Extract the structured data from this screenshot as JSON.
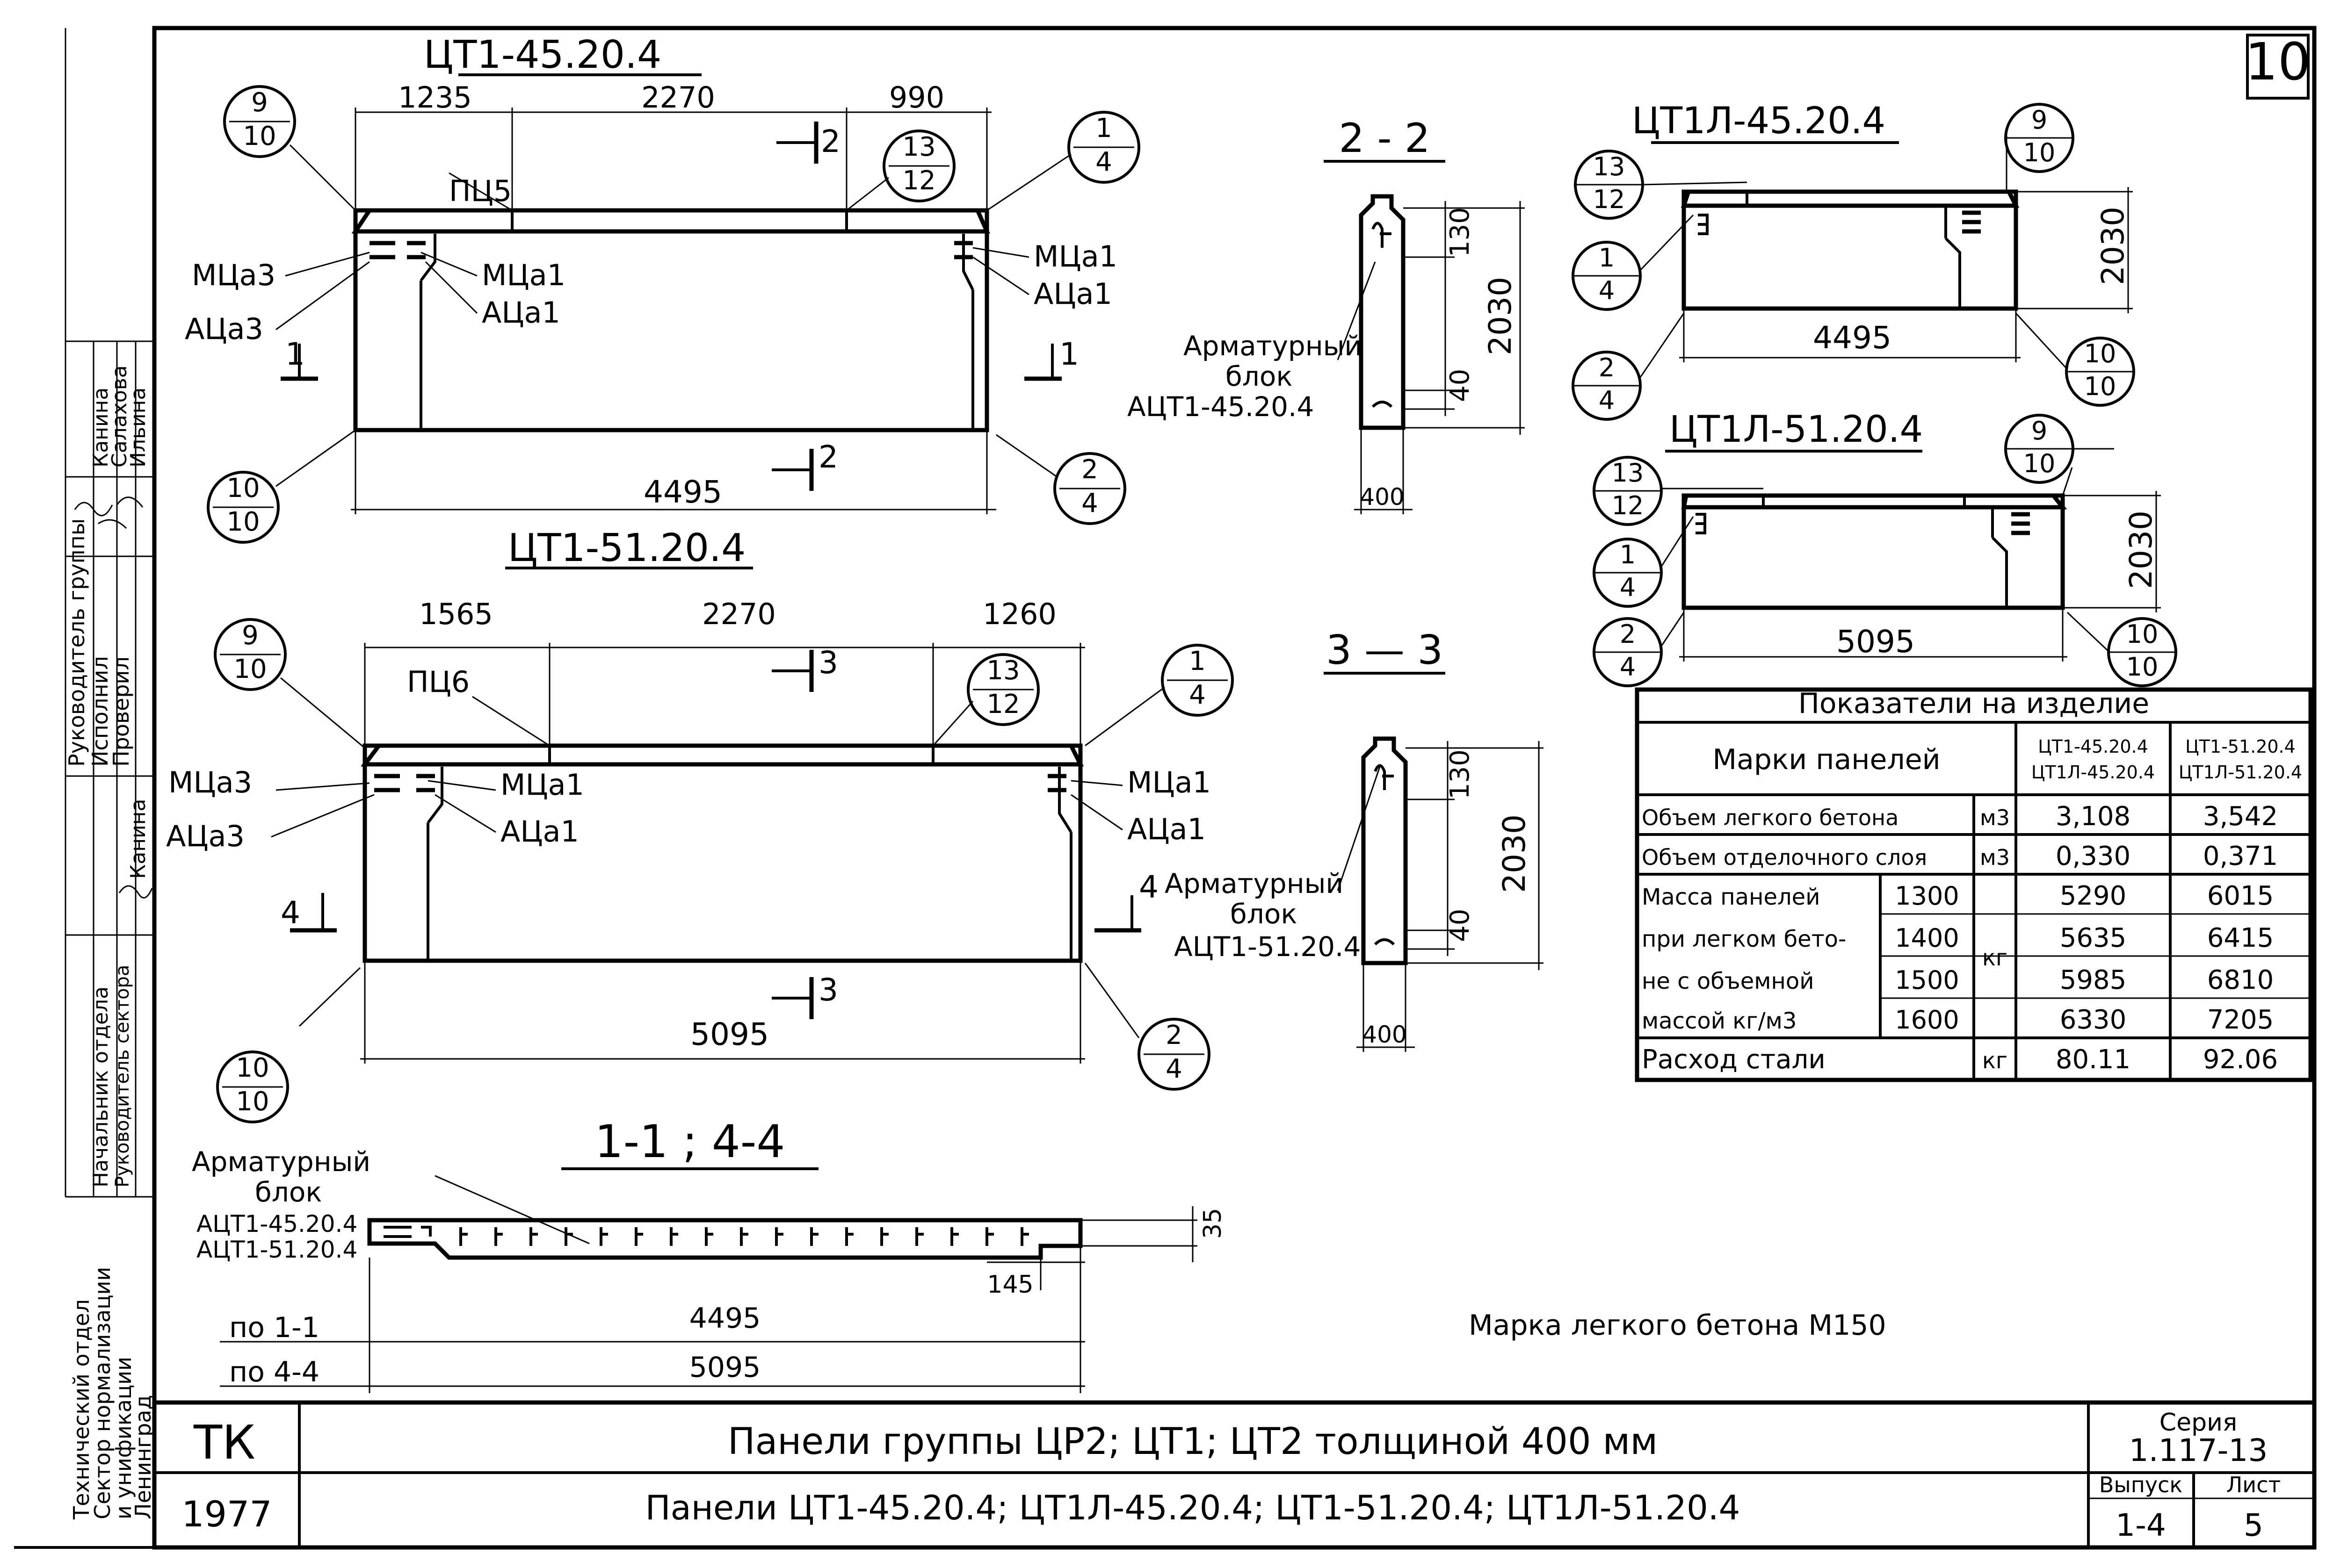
{
  "sheet_number": "10",
  "views": {
    "ct1_45": {
      "title": "ЦТ1-45.20.4",
      "dims_top": [
        "1235",
        "2270",
        "990"
      ],
      "dim_bottom": "4495",
      "nodes": [
        "ПЦ5",
        "МЦа3",
        "АЦа3",
        "МЦа1",
        "АЦа1"
      ],
      "section_marks": [
        "1",
        "1",
        "2",
        "2"
      ],
      "callouts": [
        [
          "9",
          "10"
        ],
        [
          "13",
          "12"
        ],
        [
          "1",
          "4"
        ],
        [
          "10",
          "10"
        ],
        [
          "2",
          "4"
        ]
      ]
    },
    "ct1_51": {
      "title": "ЦТ1-51.20.4",
      "dims_top": [
        "1565",
        "2270",
        "1260"
      ],
      "dim_bottom": "5095",
      "nodes": [
        "ПЦ6",
        "МЦа3",
        "АЦа3",
        "МЦа1",
        "АЦа1"
      ],
      "section_marks": [
        "4",
        "4",
        "3",
        "3"
      ],
      "callouts": [
        [
          "9",
          "10"
        ],
        [
          "13",
          "12"
        ],
        [
          "1",
          "4"
        ],
        [
          "10",
          "10"
        ],
        [
          "2",
          "4"
        ]
      ]
    },
    "section_2_2": {
      "title": "2 - 2",
      "label": [
        "Арматурный",
        "блок",
        "АЦТ1-45.20.4"
      ],
      "dims": [
        "130",
        "2030",
        "40",
        "400"
      ]
    },
    "section_3_3": {
      "title": "3 — 3",
      "label": [
        "Арматурный",
        "блок",
        "АЦТ1-51.20.4"
      ],
      "dims": [
        "130",
        "2030",
        "40",
        "400"
      ]
    },
    "ct1l_45": {
      "title": "ЦТ1Л-45.20.4",
      "dim_bottom": "4495",
      "dim_height": "2030",
      "callouts": [
        [
          "9",
          "10"
        ],
        [
          "13",
          "12"
        ],
        [
          "1",
          "4"
        ],
        [
          "2",
          "4"
        ],
        [
          "10",
          "10"
        ]
      ]
    },
    "ct1l_51": {
      "title": "ЦТ1Л-51.20.4",
      "dim_bottom": "5095",
      "dim_height": "2030",
      "callouts": [
        [
          "9",
          "10"
        ],
        [
          "13",
          "12"
        ],
        [
          "1",
          "4"
        ],
        [
          "2",
          "4"
        ],
        [
          "10",
          "10"
        ]
      ]
    },
    "section_1_1": {
      "title": "1-1 ; 4-4",
      "label": [
        "Арматурный",
        "блок",
        "АЦТ1-45.20.4",
        "АЦТ1-51.20.4"
      ],
      "dim_35": "35",
      "dim_145": "145",
      "row1_label": "по 1-1",
      "row1_value": "4495",
      "row2_label": "по 4-4",
      "row2_value": "5095"
    }
  },
  "indicators_table": {
    "title": "Показатели на изделие",
    "col_head": "Марки панелей",
    "col1_a": "ЦТ1-45.20.4",
    "col1_b": "ЦТ1Л-45.20.4",
    "col2_a": "ЦТ1-51.20.4",
    "col2_b": "ЦТ1Л-51.20.4",
    "row_volume": {
      "label": "Объем легкого бетона",
      "unit": "м3",
      "v1": "3,108",
      "v2": "3,542"
    },
    "row_finish": {
      "label": "Объем отделочного слоя",
      "unit": "м3",
      "v1": "0,330",
      "v2": "0,371"
    },
    "mass_label": [
      "Масса панелей",
      "при легком бето-",
      "не с объемной",
      "массой кг/м3"
    ],
    "mass_unit": "кг",
    "mass_rows": [
      {
        "density": "1300",
        "v1": "5290",
        "v2": "6015"
      },
      {
        "density": "1400",
        "v1": "5635",
        "v2": "6415"
      },
      {
        "density": "1500",
        "v1": "5985",
        "v2": "6810"
      },
      {
        "density": "1600",
        "v1": "6330",
        "v2": "7205"
      }
    ],
    "row_steel": {
      "label": "Расход стали",
      "unit": "кг",
      "v1": "80.11",
      "v2": "92.06"
    }
  },
  "note": "Марка легкого бетона М150",
  "side_stamp": {
    "roles": [
      "Руководитель группы",
      "Исполнил",
      "Проверил",
      "Начальник отдела",
      "Руководитель сектора"
    ],
    "names": [
      "Канина",
      "Салахова",
      "Ильина",
      "Канина"
    ],
    "org": [
      "Технический отдел",
      "Сектор нормализации",
      "и унификации",
      "Ленинград"
    ]
  },
  "title_block": {
    "org": "ТК",
    "year": "1977",
    "title_1": "Панели группы ЦР2; ЦТ1; ЦТ2 толщиной 400 мм",
    "title_2": "Панели ЦТ1-45.20.4; ЦТ1Л-45.20.4; ЦТ1-51.20.4; ЦТ1Л-51.20.4",
    "series_label": "Серия",
    "series_value": "1.117-13",
    "issue_label": "Выпуск",
    "issue_value": "1-4",
    "sheet_label": "Лист",
    "sheet_value": "5"
  }
}
